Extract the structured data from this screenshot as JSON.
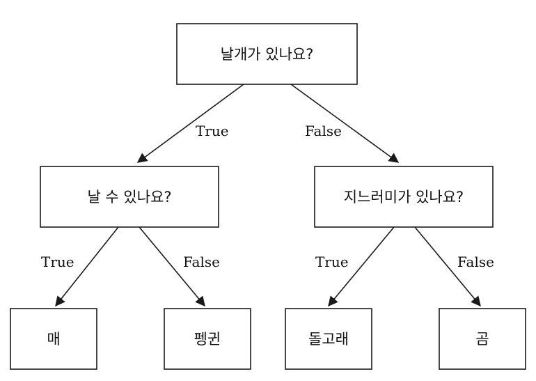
{
  "tree": {
    "root": {
      "question": "날개가 있나요?"
    },
    "left": {
      "question": "날 수 있나요?"
    },
    "right": {
      "question": "지느러미가 있나요?"
    },
    "leaves": {
      "hawk": "매",
      "penguin": "펭귄",
      "dolphin": "돌고래",
      "bear": "곰"
    },
    "edge_labels": {
      "true": "True",
      "false": "False"
    }
  },
  "colors": {
    "stroke": "#1a1a1a",
    "background": "#ffffff",
    "text": "#111111"
  }
}
